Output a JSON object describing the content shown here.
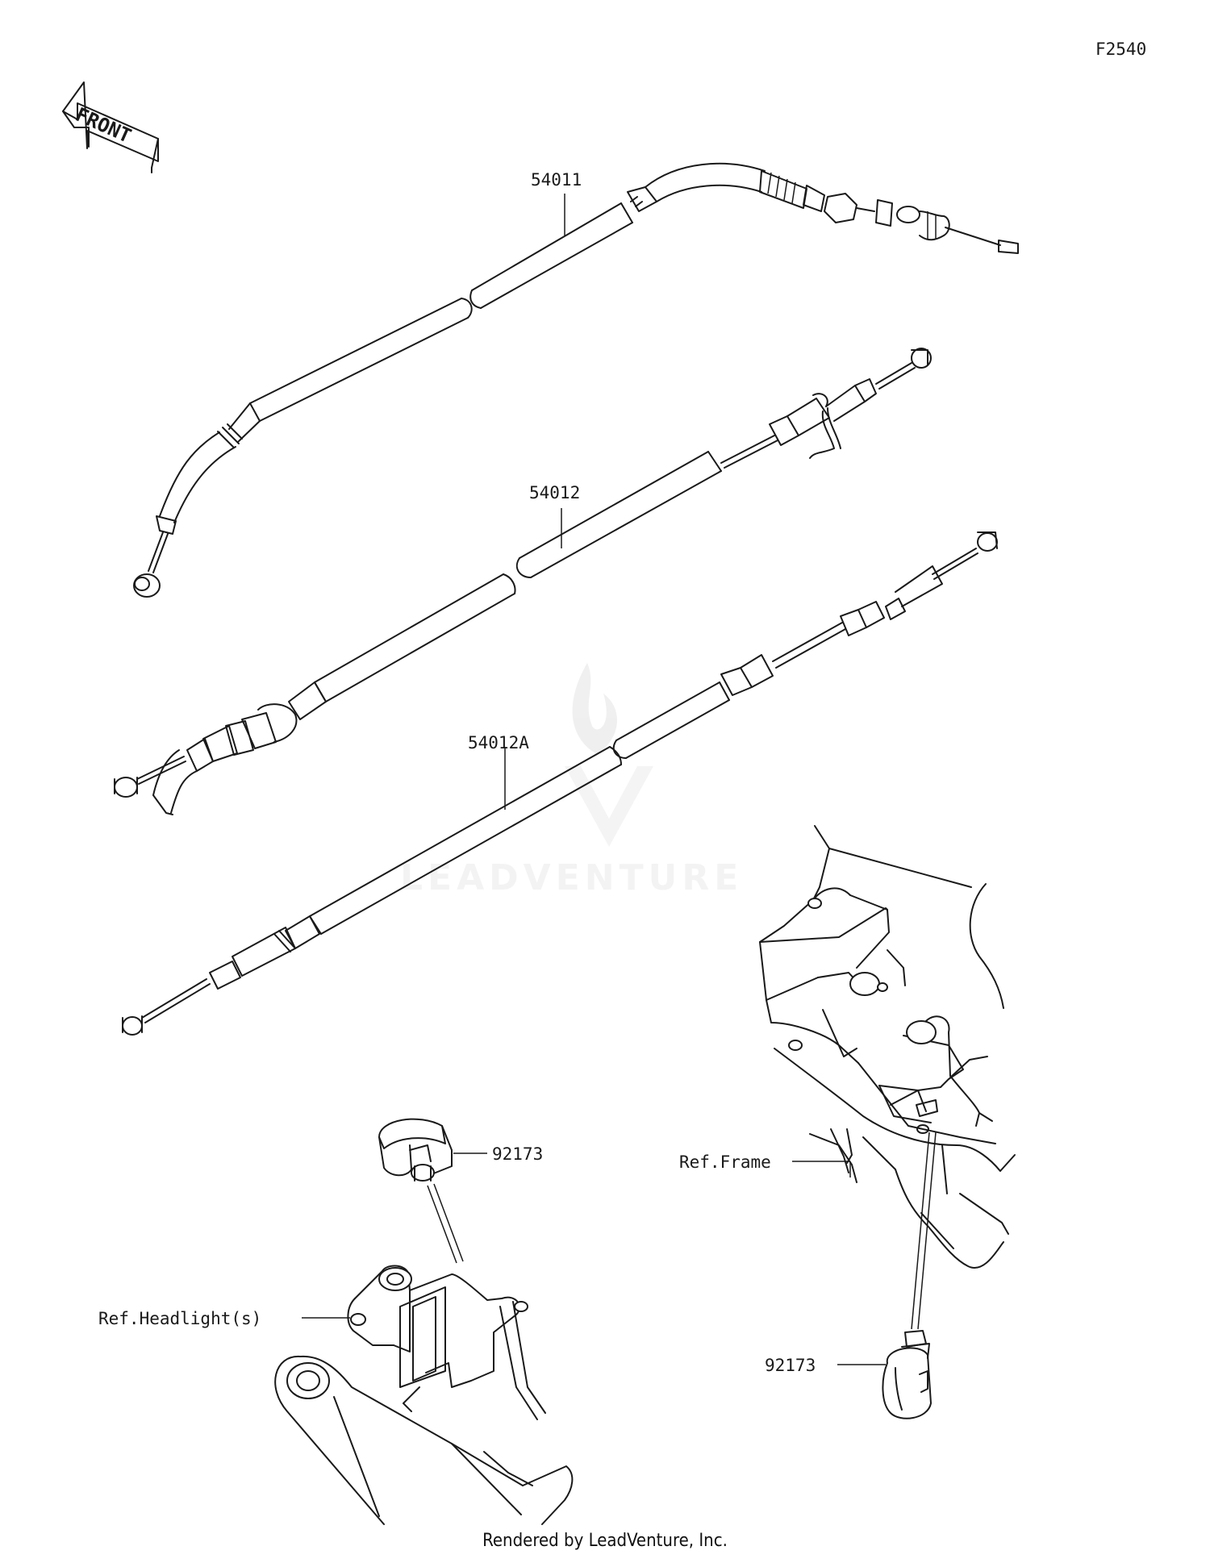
{
  "diagram": {
    "figure_code": "F2540",
    "front_indicator": "FRONT",
    "watermark": "LEADVENTURE",
    "credit": "Rendered by LeadVenture, Inc.",
    "callouts": [
      {
        "id": "clutch-cable",
        "label": "54011"
      },
      {
        "id": "throttle-cable-open",
        "label": "54012"
      },
      {
        "id": "throttle-cable-close",
        "label": "54012A"
      },
      {
        "id": "clamp-front",
        "label": "92173"
      },
      {
        "id": "clamp-frame",
        "label": "92173"
      },
      {
        "id": "ref-headlight",
        "label": "Ref.Headlight(s)"
      },
      {
        "id": "ref-frame",
        "label": "Ref.Frame"
      }
    ]
  }
}
